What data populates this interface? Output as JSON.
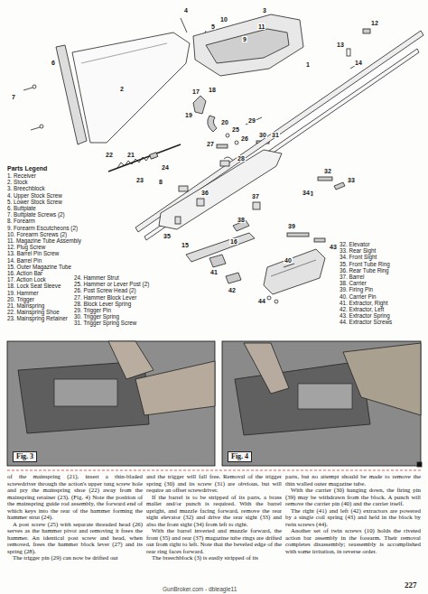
{
  "diagram": {
    "labels": [
      "1",
      "2",
      "3",
      "4",
      "5",
      "6",
      "7",
      "8",
      "9",
      "10",
      "11",
      "12",
      "13",
      "14",
      "15",
      "16",
      "17",
      "18",
      "19",
      "20",
      "21",
      "22",
      "23",
      "24",
      "25",
      "26",
      "27",
      "28",
      "29",
      "30",
      "31",
      "32",
      "33",
      "34",
      "35",
      "36",
      "37",
      "38",
      "39",
      "40",
      "41",
      "42",
      "43",
      "44",
      "Parts Legend",
      "1. Receiver",
      "2. Stock",
      "3. Breechblock",
      "4. Upper Stock Screw",
      "5. Lower Stock Screw",
      "6. Buttplate",
      "7. Buttplate Screws (2)",
      "8. Forearm",
      "9. Forearm Escutcheons (2)",
      "10. Forearm Screws (2)",
      "11. Magazine Tube Assembly",
      "12. Plug Screw",
      "13. Barrel Pin Screw",
      "14. Barrel Pin",
      "15. Outer Magazine Tube",
      "16. Action Bar",
      "17. Action Lock",
      "18. Lock Seat Sleeve",
      "19. Hammer",
      "20. Trigger",
      "21. Mainspring",
      "22. Mainspring Shoe",
      "23. Mainspring Retainer",
      "24. Hammer Strut",
      "25. Hammer or Lever Post (2)",
      "26. Post Screw Head (2)",
      "27. Hammer Block Lever",
      "28. Block Lever Spring",
      "29. Trigger Pin",
      "30. Trigger Spring",
      "31. Trigger Spring Screw",
      "32. Elevator",
      "33. Rear Sight",
      "34. Front Sight",
      "35. Front Tube Ring",
      "36. Rear Tube Ring",
      "37. Barrel",
      "38. Carrier",
      "39. Firing Pin",
      "40. Carrier Pin",
      "41. Extractor, Right",
      "42. Extractor, Left",
      "43. Extractor Spring",
      "44. Extractor Screws",
      "Fig. 3",
      "Fig. 4",
      "of the mainspring (21), insert a thin-bladed screwdriver through the action's upper tang screw hole and pry the mainspring shoe (22) away from the mainspring retainer (23). (Fig. 4) Note the position of the mainspring guide rod assembly, the forward end of which keys into the rear of the hammer forming the hammer strut (24).",
      "A post screw (25) with separate threaded head (26) serves as the hammer pivot and removing it frees the hammer. An identical post screw and head, when removed, frees the hammer block lever (27) and its spring (28).",
      "The trigger pin (29) can now be drifted out",
      "and the trigger will fall free. Removal of the trigger spring (30) and its screw (31) are obvious, but will require an offset screwdriver.",
      "If the barrel is to be stripped of its parts, a brass mallet and/or punch is required. With the barrel upright, and muzzle facing forward, remove the rear sight elevator (32) and drive the rear sight (33) and also the front sight (34) from left to right.",
      "With the barrel inverted and muzzle forward, the front (35) and rear (37) magazine tube rings are drifted out from right to left. Note that the beveled edge of the rear ring faces forward.",
      "The breechblock (3) is easily stripped of its",
      "parts, but no attempt should be made to remove the thin walled outer magazine tube.",
      "With the carrier (30) hanging down, the firing pin (39) may be withdrawn from the block. A punch will remove the carrier pin (40) and the carrier itself.",
      "The right (41) and left (42) extractors are powered by a single coil spring (43) and held in the block by twin screws (44).",
      "Another set of twin screws (10) holds the riveted action bar assembly in the forearm. Their removal completes disassembly; reassembly is accomplished with some irritation, in reverse order.",
      "227",
      "GunBroker.com - dbleagle11"
    ]
  }
}
